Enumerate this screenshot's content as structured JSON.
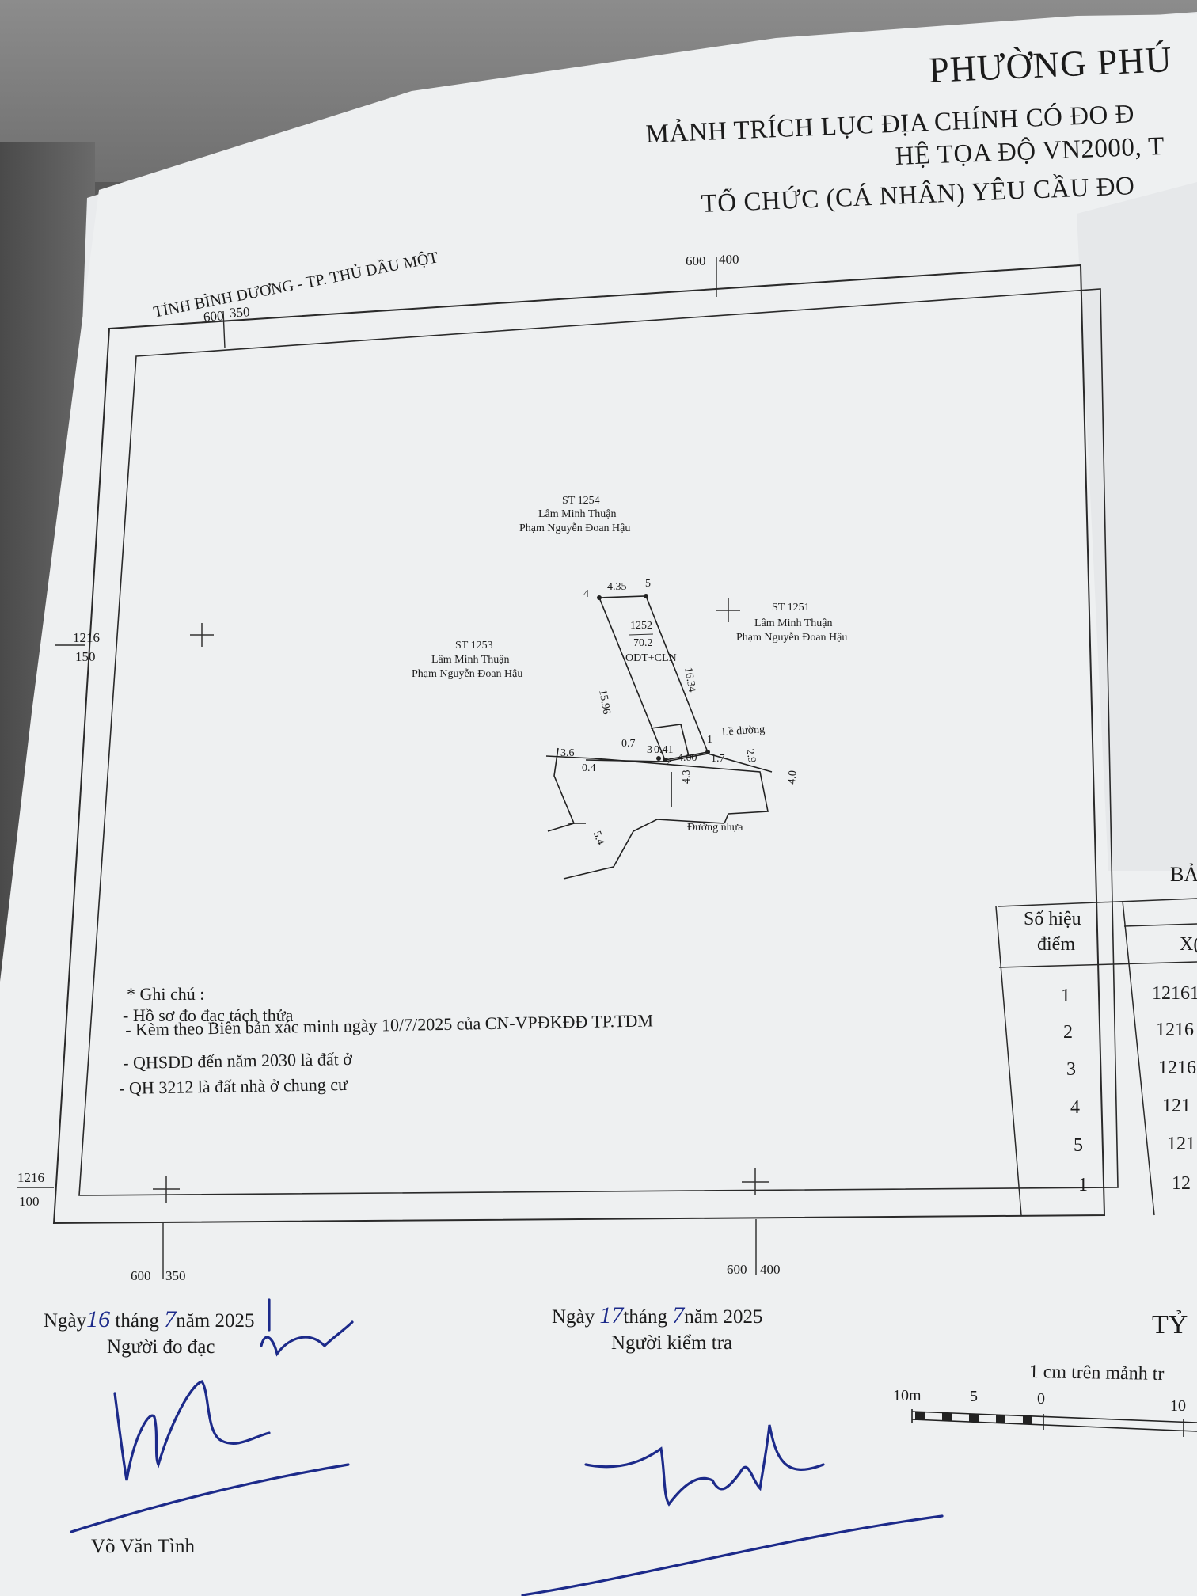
{
  "header": {
    "ward": "PHƯỜNG PHÚ",
    "line1": "MẢNH TRÍCH LỤC ĐỊA CHÍNH CÓ ĐO Đ",
    "line2": "HỆ TỌA ĐỘ VN2000, T",
    "line3": "TỔ CHỨC (CÁ NHÂN) YÊU CẦU ĐO",
    "province": "TỈNH BÌNH DƯƠNG - TP. THỦ DẦU MỘT"
  },
  "grid": {
    "top_left_a": "600",
    "top_left_b": "350",
    "top_right_a": "600",
    "top_right_b": "400",
    "left_upper_a": "1216",
    "left_upper_b": "150",
    "left_lower_a": "1216",
    "left_lower_b": "100",
    "bottom_left_a": "600",
    "bottom_left_b": "350",
    "bottom_right_a": "600",
    "bottom_right_b": "400"
  },
  "parcels": {
    "st1254": {
      "id": "ST 1254",
      "owner1": "Lâm Minh Thuận",
      "owner2": "Phạm Nguyễn Đoan Hậu"
    },
    "st1253": {
      "id": "ST 1253",
      "owner1": "Lâm Minh Thuận",
      "owner2": "Phạm Nguyễn Đoan Hậu"
    },
    "st1251": {
      "id": "ST 1251",
      "owner1": "Lâm Minh Thuận",
      "owner2": "Phạm Nguyễn Đoan Hậu"
    },
    "main": {
      "number": "1252",
      "area": "70.2",
      "use": "ODT+CLN"
    }
  },
  "dimensions": {
    "top": "4.35",
    "left": "15.96",
    "right": "16.34",
    "d_0_7": "0.7",
    "d_0_41": "0.41",
    "d_4_00": "4.00",
    "d_1_7": "1.7",
    "d_3_6": "3.6",
    "d_0_4": "0.4",
    "d_4_3": "4.3",
    "d_2_9": "2.9",
    "d_4_0": "4.0",
    "d_5_4": "5.4",
    "p1": "1",
    "p2": "2",
    "p3": "3",
    "p4": "4",
    "p5": "5"
  },
  "labels": {
    "sidewalk": "Lề đường",
    "road": "Đường nhựa"
  },
  "notes": {
    "title": "* Ghi chú :",
    "n1": "- Hồ sơ đo đạc tách thửa",
    "n2": "- Kèm theo Biên bản xác minh ngày 10/7/2025 của CN-VPĐKĐĐ TP.TDM",
    "n3": "- QHSDĐ đến năm 2030 là đất ở",
    "n4": "- QH 3212 là đất nhà ở chung cư"
  },
  "table": {
    "side_title": "BẢ",
    "header_col1_l1": "Số hiệu",
    "header_col1_l2": "điểm",
    "header_col2": "X(",
    "rows": [
      {
        "pt": "1",
        "x": "12161"
      },
      {
        "pt": "2",
        "x": "1216"
      },
      {
        "pt": "3",
        "x": "1216"
      },
      {
        "pt": "4",
        "x": "121"
      },
      {
        "pt": "5",
        "x": "121"
      },
      {
        "pt": "1",
        "x": "12"
      }
    ]
  },
  "signatures": {
    "left_date_prefix": "Ngày",
    "left_day": "16",
    "left_month_word": "tháng",
    "left_month": "7",
    "left_year": "năm 2025",
    "left_role": "Người đo đạc",
    "left_name": "Võ Văn Tình",
    "mid_date_prefix": "Ngày",
    "mid_day": "17",
    "mid_month_word": "tháng",
    "mid_month": "7",
    "mid_year": "năm 2025",
    "mid_role": "Người kiểm tra"
  },
  "scale": {
    "title": "TỶ",
    "desc": "1 cm trên mảnh tr",
    "l10m": "10m",
    "l5": "5",
    "l0": "0",
    "l10": "10"
  },
  "colors": {
    "paper": "#eef0f1",
    "ink": "#1b1b1b",
    "pen": "#1c2a8a",
    "background": "#585858"
  }
}
